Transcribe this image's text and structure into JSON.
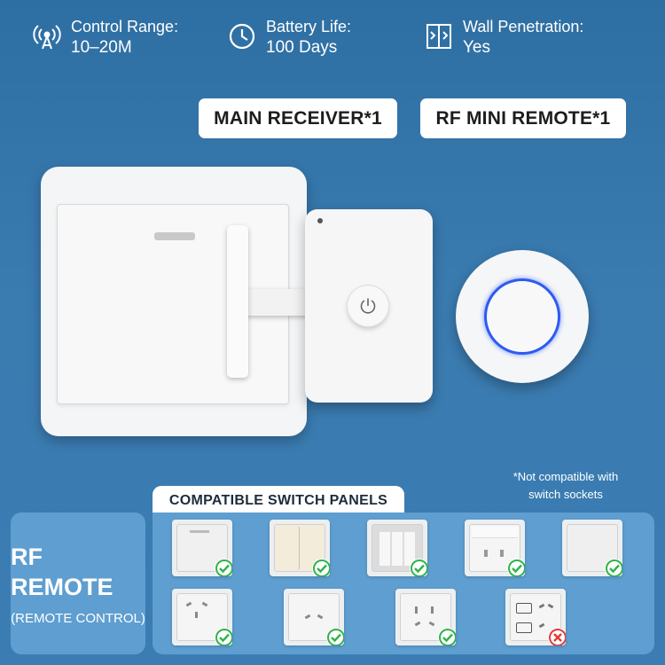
{
  "specs": [
    {
      "icon": "signal-icon",
      "label": "Control Range:",
      "value": "10–20M"
    },
    {
      "icon": "clock-icon",
      "label": "Battery Life:",
      "value": "100 Days"
    },
    {
      "icon": "wall-icon",
      "label": "Wall Penetration:",
      "value": "Yes"
    }
  ],
  "tags": {
    "receiver": "MAIN RECEIVER*1",
    "remote": "RF MINI REMOTE*1"
  },
  "note": "*Not compatible with switch sockets",
  "compatible": {
    "heading": "COMPATIBLE SWITCH PANELS",
    "panels": [
      {
        "kind": "single-rocker",
        "compatible": true
      },
      {
        "kind": "double-rocker-cream",
        "compatible": true
      },
      {
        "kind": "triple-rocker",
        "compatible": true
      },
      {
        "kind": "socket-with-switch",
        "compatible": true
      },
      {
        "kind": "blank-panel",
        "compatible": true
      },
      {
        "kind": "five-hole-socket",
        "compatible": true
      },
      {
        "kind": "three-pin-socket",
        "compatible": true
      },
      {
        "kind": "dual-socket",
        "compatible": true
      },
      {
        "kind": "switch-sockets",
        "compatible": false
      }
    ]
  },
  "rf": {
    "title": "RF REMOTE",
    "subtitle": "(REMOTE CONTROL)"
  },
  "colors": {
    "background": "#3a7bb0",
    "panel": "#5e9ed0",
    "check": "#2fb34a",
    "cross": "#e53935",
    "remote_ring": "#2d5bf0"
  }
}
